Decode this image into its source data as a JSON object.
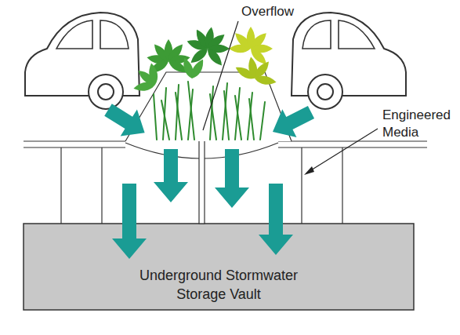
{
  "diagram": {
    "nodes": [
      {
        "text": [
          "Underground Stormwater Storage Vault"
        ]
      }
    ],
    "labels": [
      "Overflow",
      "Engineered Media"
    ]
  }
}
